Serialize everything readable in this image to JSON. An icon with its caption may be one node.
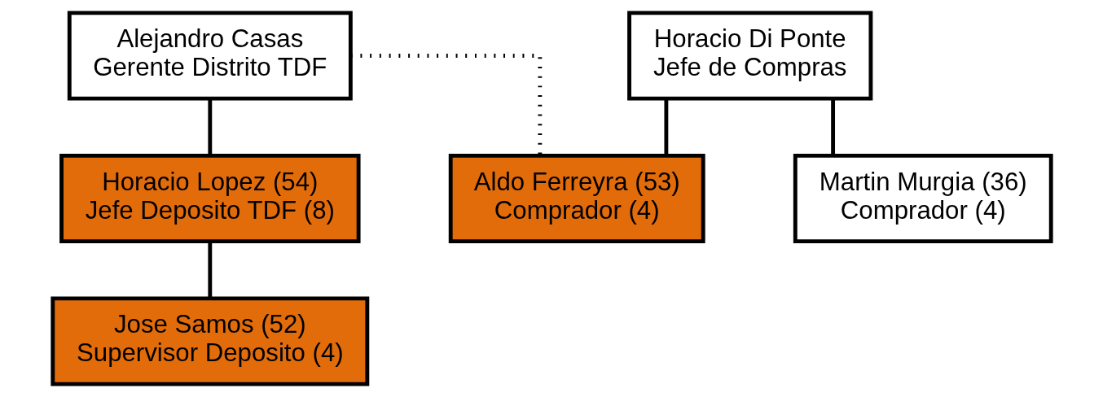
{
  "diagram": {
    "nodes": [
      {
        "text": [
          "Alejandro Casas",
          "Gerente Distrito TDF"
        ]
      },
      {
        "text": [
          "Horacio Di Ponte",
          "Jefe de Compras"
        ]
      },
      {
        "text": [
          "Horacio Lopez (54)",
          "Jefe Deposito TDF (8)"
        ]
      },
      {
        "text": [
          "Jose Samos (52)",
          "Supervisor Deposito (4)"
        ]
      },
      {
        "text": [
          "Aldo Ferreyra (53)",
          "Comprador (4)"
        ]
      },
      {
        "text": [
          "Martin Murgia (36)",
          "Comprador (4)"
        ]
      }
    ],
    "edges": [
      {
        "from": 0,
        "to": 2,
        "arrow": "none"
      },
      {
        "from": 2,
        "to": 3,
        "arrow": "none"
      },
      {
        "from": 1,
        "to": 4,
        "arrow": "none"
      },
      {
        "from": 1,
        "to": 5,
        "arrow": "none"
      },
      {
        "from": 0,
        "to": 4,
        "arrow": "none",
        "style": "dashed"
      }
    ]
  }
}
